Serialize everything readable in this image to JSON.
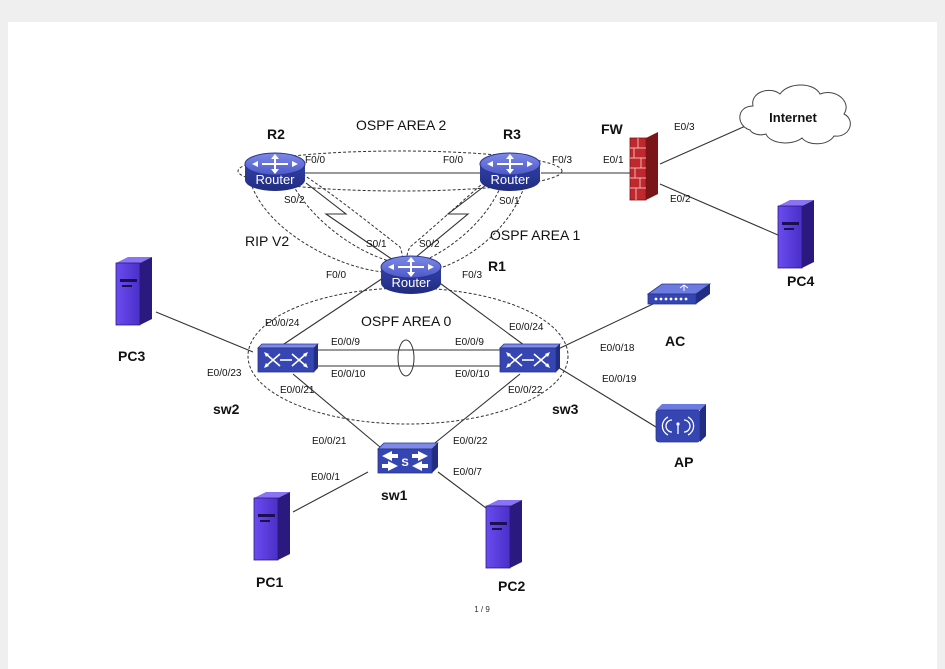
{
  "devices": {
    "r1": "R1",
    "r2": "R2",
    "r3": "R3",
    "fw": "FW",
    "sw1": "sw1",
    "sw2": "sw2",
    "sw3": "sw3",
    "pc1": "PC1",
    "pc2": "PC2",
    "pc3": "PC3",
    "pc4": "PC4",
    "ac": "AC",
    "ap": "AP"
  },
  "router_icon_text": "Router",
  "cloud_text": "Internet",
  "switch_sw1_text": "S",
  "areas": {
    "ospf_area_2": "OSPF AREA 2",
    "ospf_area_1": "OSPF AREA 1",
    "ospf_area_0": "OSPF AREA 0",
    "rip_v2": "RIP V2"
  },
  "ports": {
    "r2_f00": "F0/0",
    "r3_f00": "F0/0",
    "r3_f03": "F0/3",
    "fw_e01": "E0/1",
    "fw_e03": "E0/3",
    "fw_e02": "E0/2",
    "r2_s02": "S0/2",
    "r3_s01": "S0/1",
    "r1_s01": "S0/1",
    "r1_s02": "S0/2",
    "r1_f00": "F0/0",
    "r1_f03": "F0/3",
    "sw2_e0024": "E0/0/24",
    "sw2_e009": "E0/0/9",
    "sw3_e009": "E0/0/9",
    "sw3_e0024": "E0/0/24",
    "sw2_e0023": "E0/0/23",
    "sw2_e0010": "E0/0/10",
    "sw3_e0010": "E0/0/10",
    "sw2_e0021": "E0/0/21",
    "sw3_e0022": "E0/0/22",
    "sw3_e0018": "E0/0/18",
    "sw3_e0019": "E0/0/19",
    "sw1_e0021": "E0/0/21",
    "sw1_e0022": "E0/0/22",
    "sw1_e001": "E0/0/1",
    "sw1_e007": "E0/0/7"
  },
  "page_number": "1 / 9",
  "colors": {
    "device_blue": "#2d3a97",
    "device_light": "#5d6bd6",
    "pc_purple": "#5b3fd6",
    "firewall_red": "#c0282d"
  }
}
